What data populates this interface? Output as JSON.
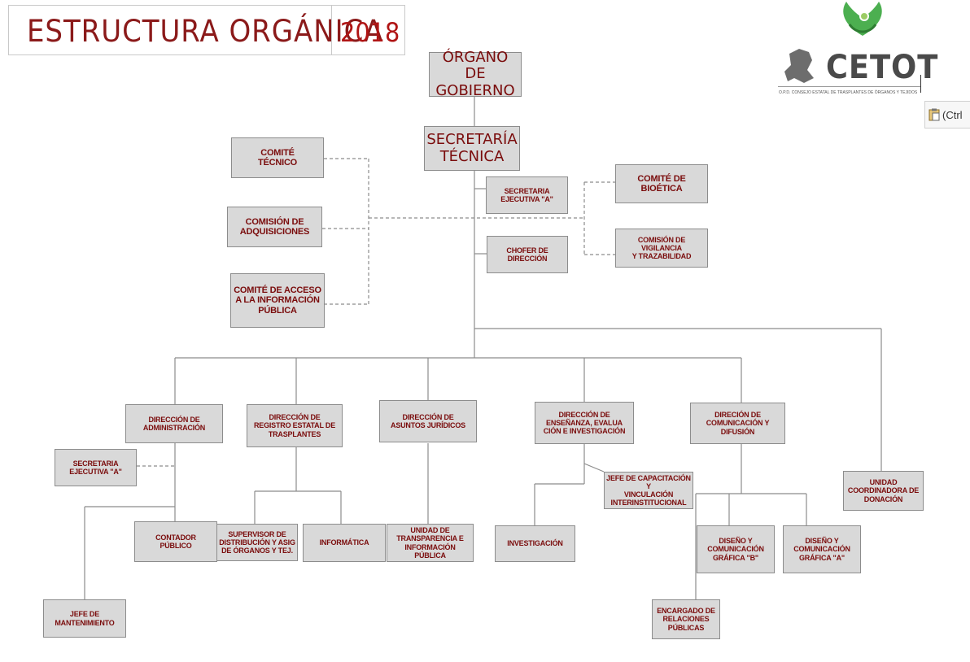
{
  "header": {
    "title": "ESTRUCTURA ORGÁNICA",
    "year": "2018"
  },
  "logo": {
    "name": "CETOT",
    "subtitle": "O.P.D. CONSEJO ESTATAL DE TRASPLANTES DE ÓRGANOS Y TEJIDOS"
  },
  "paste_badge": {
    "label": "(Ctrl"
  },
  "colors": {
    "box_fill": "#d9d9d9",
    "box_text": "#7a0c0c",
    "title_text": "#8b1a1a",
    "year_text": "#b01515",
    "logo_green": "#4caf50"
  },
  "org": {
    "organo_gobierno": "ÓRGANO DE\nGOBIERNO",
    "secretaria_tecnica": "SECRETARÍA\nTÉCNICA",
    "comite_tecnico": "COMITÉ\nTÉCNICO",
    "comision_adquisiciones": "COMISIÓN DE\nADQUISICIONES",
    "comite_acceso_informacion": "COMITÉ DE ACCESO\nA LA INFORMACIÓN\nPÚBLICA",
    "secretaria_ejecutiva_top": "SECRETARIA\nEJECUTIVA \"A\"",
    "chofer_direccion": "CHOFER DE\nDIRECCIÓN",
    "comite_bioetica": "COMITÉ DE\nBIOÉTICA",
    "comision_vigilancia": "COMISIÓN DE\nVIGILANCIA\nY TRAZABILIDAD",
    "direccion_administracion": "DIRECCIÓN DE\nADMINISTRACIÓN",
    "direccion_registro": "DIRECCIÓN DE\nREGISTRO ESTATAL DE\nTRASPLANTES",
    "direccion_juridicos": "DIRECCIÓN DE\nASUNTOS JURÍDICOS",
    "direccion_ensenanza": "DIRECCIÓN DE\nENSEÑANZA, EVALUA\nCIÓN E INVESTIGACIÓN",
    "direccion_comunicacion": "DIRECIÓN DE\nCOMUNICACIÓN Y\nDIFUSIÓN",
    "unidad_donacion": "UNIDAD\nCOORDINADORA DE\nDONACIÓN",
    "secretaria_ejecutiva_admin": "SECRETARIA\nEJECUTIVA \"A\"",
    "contador_publico": "CONTADOR\nPÚBLICO",
    "jefe_mantenimiento": "JEFE DE\nMANTENIMIENTO",
    "supervisor_distribucion": "SUPERVISOR DE\nDISTRIBUCIÓN Y ASIG\nDE ÓRGANOS Y TEJ.",
    "informatica": "INFORMÁTICA",
    "unidad_transparencia": "UNIDAD DE\nTRANSPARENCIA E\nINFORMACIÓN PÚBLICA",
    "jefe_capacitacion": "JEFE DE CAPACITACIÓN Y\nVINCULACIÓN\nINTERINSTITUCIONAL",
    "investigacion": "INVESTIGACIÓN",
    "diseno_b": "DISEÑO Y\nCOMUNICACIÓN\nGRÁFICA \"B\"",
    "diseno_a": "DISEÑO Y\nCOMUNICACIÓN\nGRÁFICA \"A\"",
    "encargado_relaciones": "ENCARGADO DE\nRELACIONES\nPÚBLICAS"
  }
}
